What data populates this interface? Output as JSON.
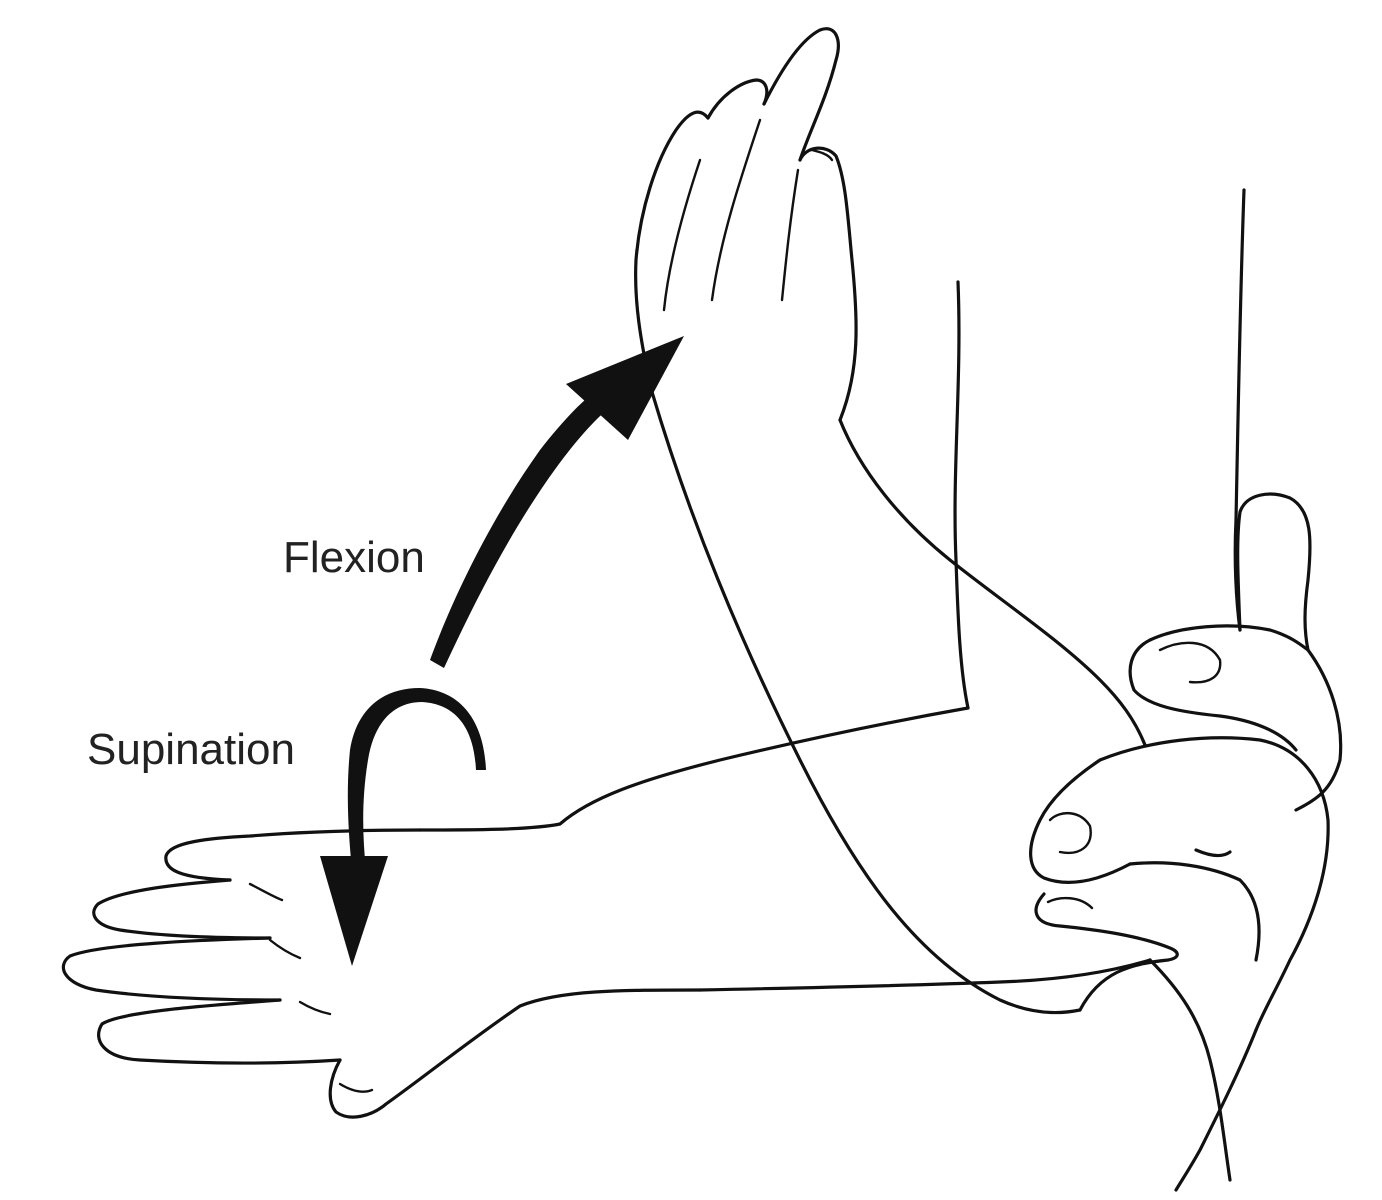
{
  "labels": {
    "flexion": "Flexion",
    "supination": "Supination"
  },
  "colors": {
    "ink": "#111111",
    "label_text": "#222222",
    "background": "#ffffff"
  },
  "icons": {
    "flexion_arrow": "curved-arrow-up-right",
    "supination_arrow": "curved-arrow-down"
  }
}
